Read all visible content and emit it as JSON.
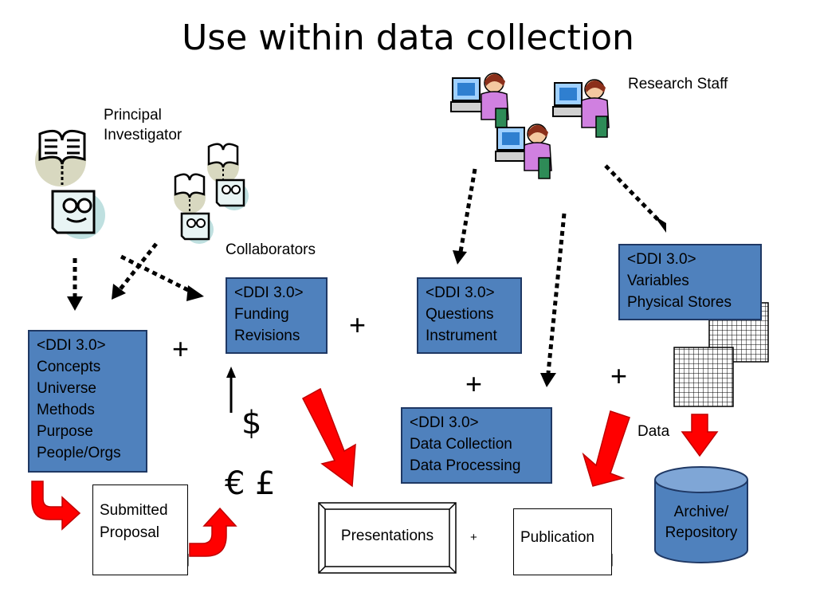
{
  "title": "Use within data collection",
  "labels": {
    "principal": [
      "Principal",
      "Investigator"
    ],
    "collaborators": "Collaborators",
    "research_staff": "Research Staff",
    "data": "Data"
  },
  "ddi_boxes": {
    "concepts": [
      "<DDI 3.0>",
      "Concepts",
      "Universe",
      "Methods",
      "Purpose",
      "People/Orgs"
    ],
    "funding": [
      "<DDI 3.0>",
      "Funding",
      "Revisions"
    ],
    "questions": [
      "<DDI 3.0>",
      "Questions",
      "Instrument"
    ],
    "variables": [
      "<DDI 3.0>",
      "Variables",
      "Physical Stores"
    ],
    "collection": [
      "<DDI 3.0>",
      "Data Collection",
      "Data Processing"
    ]
  },
  "plus": "+",
  "money": {
    "dollar": "$",
    "euro_pound": "€ £"
  },
  "documents": {
    "proposal": [
      "Submitted",
      "Proposal"
    ],
    "presentations": "Presentations",
    "publication": "Publication",
    "small_plus": "+"
  },
  "archive": [
    "Archive/",
    "Repository"
  ],
  "colors": {
    "ddi_fill": "#4f81bd",
    "arrow_red": "#ff0000",
    "archive_fill": "#4f81bd"
  }
}
